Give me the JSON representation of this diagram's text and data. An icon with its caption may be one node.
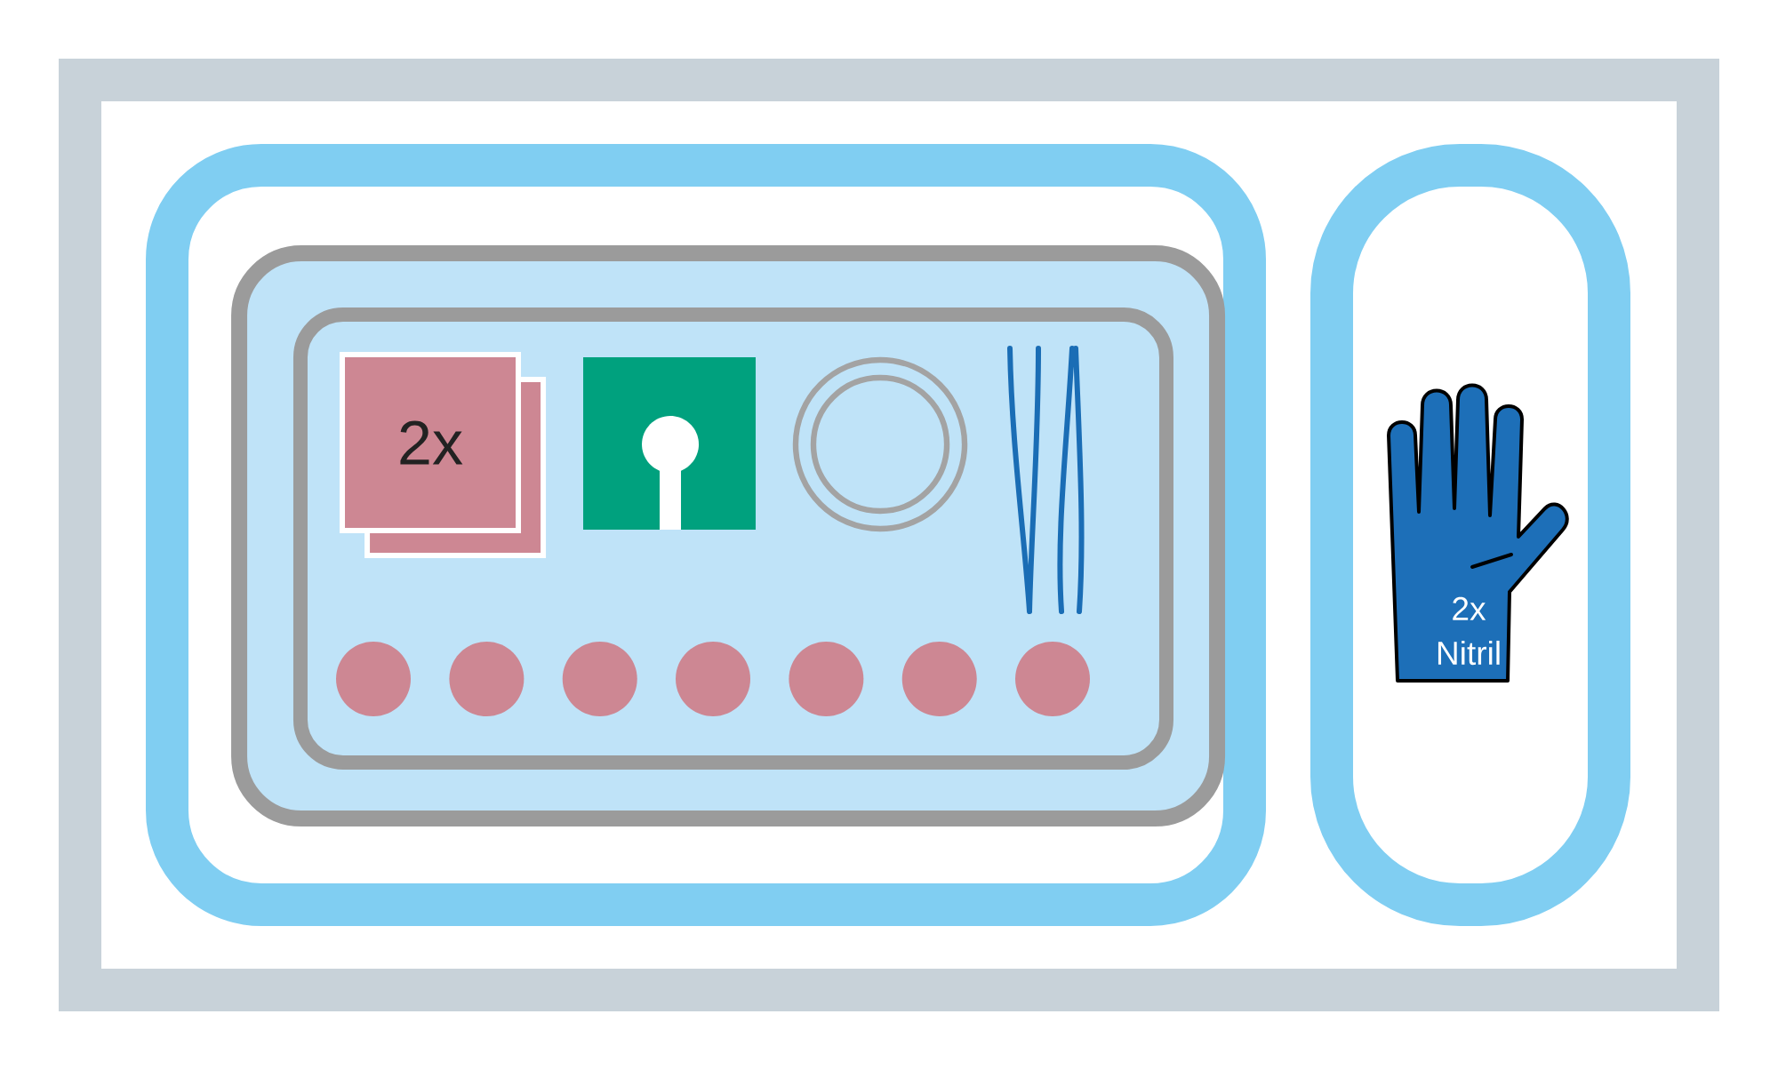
{
  "diagram": {
    "nodes": [
      {
        "text": [],
        "shape": "box"
      },
      {
        "text": [],
        "shape": "box",
        "in": 0
      },
      {
        "text": [],
        "shape": "box",
        "in": 1
      },
      {
        "text": [],
        "shape": "box",
        "in": 2
      },
      {
        "text": [
          "2x"
        ],
        "in": 3
      },
      {
        "text": [],
        "shape": "box",
        "in": 0
      },
      {
        "text": [
          "2x Nitril"
        ],
        "in": 5
      }
    ]
  }
}
